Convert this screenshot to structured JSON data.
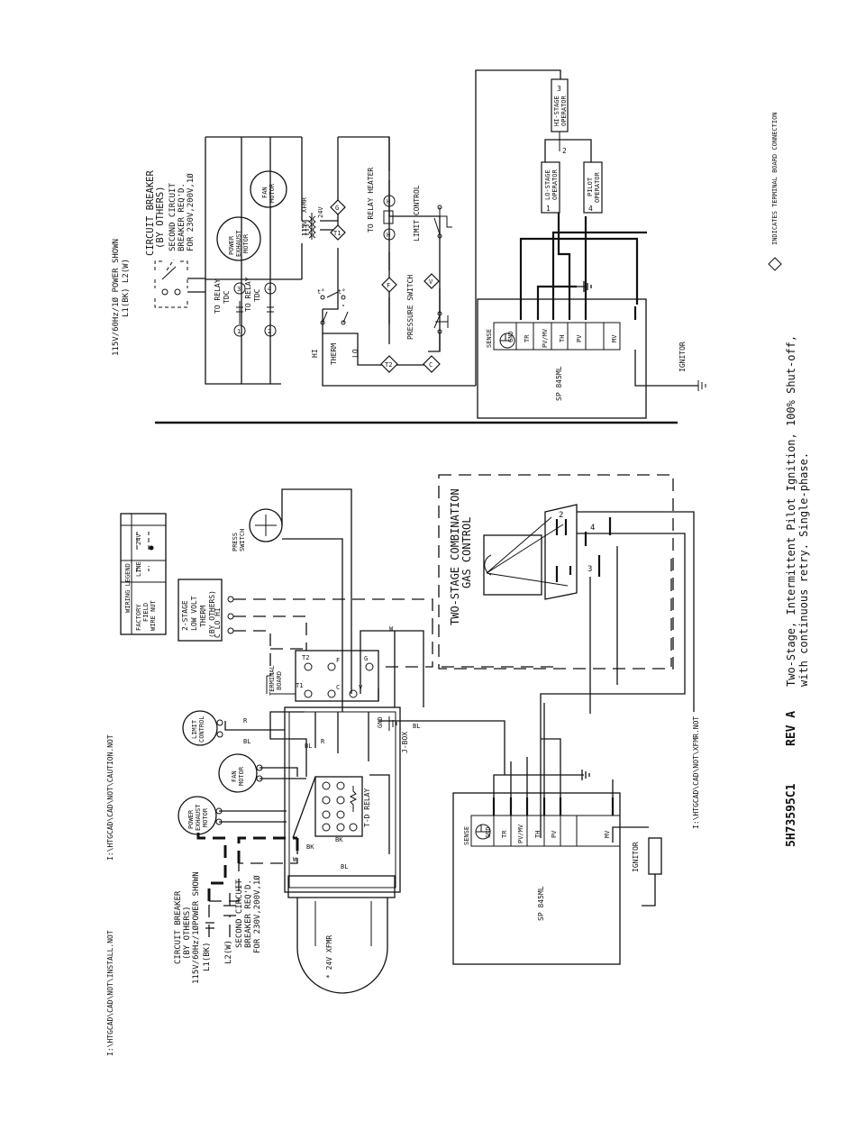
{
  "sheet": {
    "doc_number": "5H73595C1",
    "revision": "REV A",
    "caption_line1": "Two-Stage, Intermittent Pilot Ignition, 100% Shut-off,",
    "caption_line2": "with continuous retry. Single-phase."
  },
  "file_refs": {
    "caution": "I:\\HTGCAD\\CAD\\NOT\\CAUTION.NOT",
    "install": "I:\\HTGCAD\\CAD\\NOT\\INSTALL.NOT",
    "xfmr": "I:\\HTGCAD\\CAD\\NOT\\XFMR.NOT"
  },
  "legend": {
    "title": "WIRING LEGEND",
    "col_line": "LINE",
    "col_24v": "24V",
    "row_factory": "FACTORY",
    "row_field": "FIELD",
    "row_wire_nut": "WIRE NUT",
    "terminal_note": "INDICATES TERMINAL BOARD CONNECTION"
  },
  "connection": {
    "power_line1": "115V/60Hz/1Ø POWER SHOWN",
    "power_line2": "L1(BK) L2(W)",
    "breaker_line1": "CIRCUIT BREAKER",
    "breaker_line2": "(BY OTHERS)",
    "second_breaker_line1": "SECOND CIRCUIT",
    "second_breaker_line2": "BREAKER REQ'D.",
    "second_breaker_line3": "FOR 230V,200V,1Ø",
    "relay_tdc": "TO RELAY",
    "tdc": "TDC",
    "power_exhaust_motor": "POWER EXHAUST MOTOR",
    "fan_motor": "FAN MOTOR",
    "xfmr_115v": "115V",
    "xfmr_24v": "24V",
    "xfmr": "XFMR",
    "hi": "HI",
    "lo": "LO",
    "therm": "THERM",
    "relay_heater": "TO RELAY HEATER",
    "limit_control": "LIMIT CONTROL",
    "pressure_switch": "PRESSURE SWITCH",
    "ignitor": "IGNITOR",
    "control_model": "SP 845ML",
    "terminals": [
      "SENSE",
      "GND",
      "TR",
      "PV/MV",
      "TH",
      "PV",
      "MV"
    ],
    "hi_stage": "HI-STAGE OPERATOR",
    "lo_stage": "LO-STAGE OPERATOR",
    "pilot_operator": "PILOT OPERATOR",
    "op_numbers": [
      "3",
      "2",
      "1",
      "4"
    ],
    "node_labels": [
      "1",
      "2",
      "3",
      "4",
      "C",
      "G",
      "T1",
      "T2",
      "H",
      "F",
      "V",
      "R"
    ]
  },
  "wiring": {
    "circuit_breaker_line1": "CIRCUIT BREAKER",
    "circuit_breaker_line2": "(BY OTHERS)",
    "circuit_breaker_line3": "115V/60Hz/1ØPOWER SHOWN",
    "l1": "L1(BK)",
    "l2": "L2(W)",
    "second_breaker_line1": "SECOND CIRCUIT",
    "second_breaker_line2": "BREAKER REQ'D.",
    "second_breaker_line3": "FOR 230V,200V,1Ø",
    "xfmr_note": "* 24V XFMR",
    "power_exhaust_motor": "POWER EXHAUST MOTOR",
    "fan_motor": "FAN MOTOR",
    "limit_control": "LIMIT CONTROL",
    "td_relay": "T-D RELAY",
    "j_box": "J-BOX",
    "gnd": "GND",
    "terminal_board": "TERMINAL BOARD",
    "therm_line1": "2-STAGE",
    "therm_line2": "LOW VOLT",
    "therm_line3": "THERM",
    "therm_line4": "(BY OTHERS)",
    "therm_terminals": "C  LO  HI",
    "press_switch": "PRESS SWITCH",
    "gas_control_line1": "TWO-STAGE COMBINATION",
    "gas_control_line2": "GAS CONTROL",
    "valve_numbers": [
      "2",
      "4",
      "3"
    ],
    "ignitor": "IGNITOR",
    "control_model": "SP 845ML",
    "terminals": [
      "SENSE",
      "GND",
      "TR",
      "PV/MV",
      "TH",
      "PV",
      "MV"
    ],
    "wire_codes": [
      "R",
      "BL",
      "W",
      "BK",
      "BL",
      "R",
      "W",
      "BL",
      "BK",
      "BL"
    ]
  }
}
